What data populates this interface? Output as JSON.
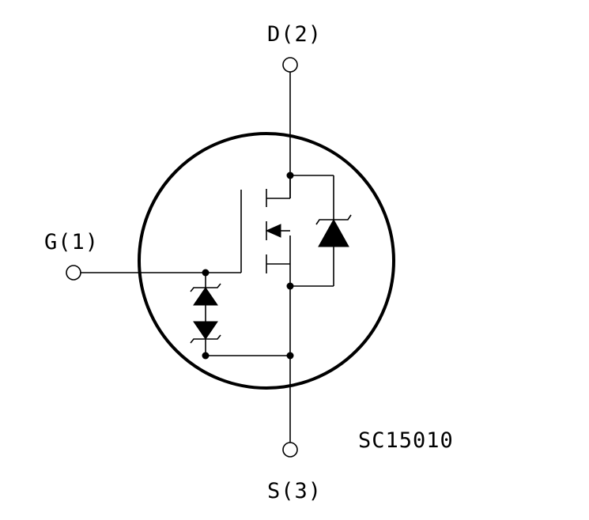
{
  "diagram": {
    "terminals": {
      "drain": "D(2)",
      "gate": "G(1)",
      "source": "S(3)"
    },
    "part_code": "SC15010",
    "colors": {
      "line": "#000000",
      "background": "#ffffff"
    }
  }
}
